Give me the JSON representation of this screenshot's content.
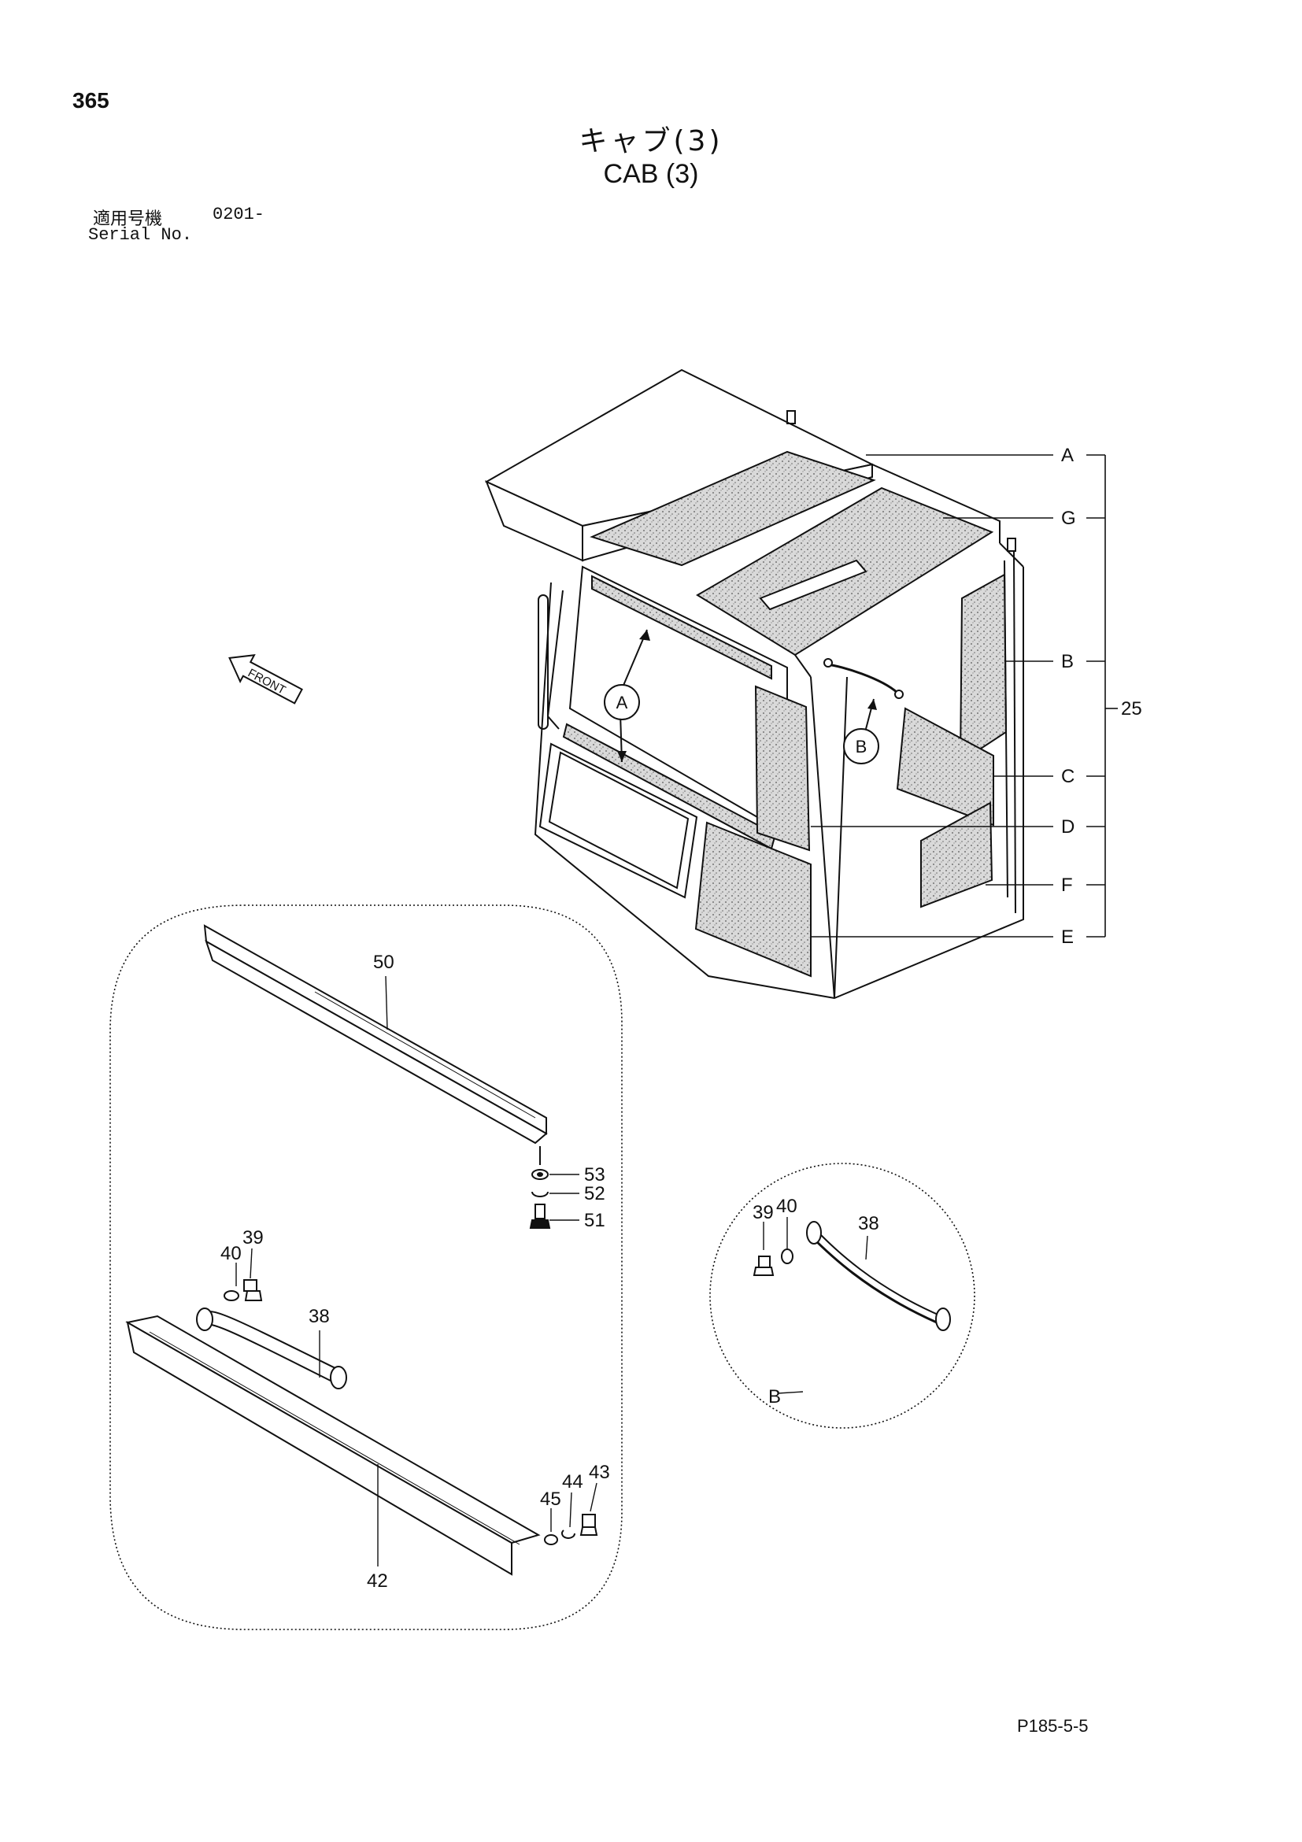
{
  "header": {
    "page_number": "365",
    "title_jp": "キャブ(3)",
    "title_en": "CAB (3)",
    "serial_label_jp": "適用号機",
    "serial_value": "0201-",
    "serial_label_en": "Serial No."
  },
  "front_arrow": {
    "label": "FRONT"
  },
  "callouts": {
    "detail_a": "A",
    "detail_b": "B",
    "assembly": "25",
    "letters": [
      "A",
      "G",
      "B",
      "C",
      "D",
      "F",
      "E"
    ]
  },
  "detail_a_parts": {
    "p50": "50",
    "p53": "53",
    "p52": "52",
    "p51": "51",
    "p39": "39",
    "p40": "40",
    "p38": "38",
    "p42": "42",
    "p45": "45",
    "p44": "44",
    "p43": "43"
  },
  "detail_b_parts": {
    "p39": "39",
    "p40": "40",
    "p38": "38",
    "label": "B"
  },
  "footer": {
    "code": "P185-5-5"
  }
}
